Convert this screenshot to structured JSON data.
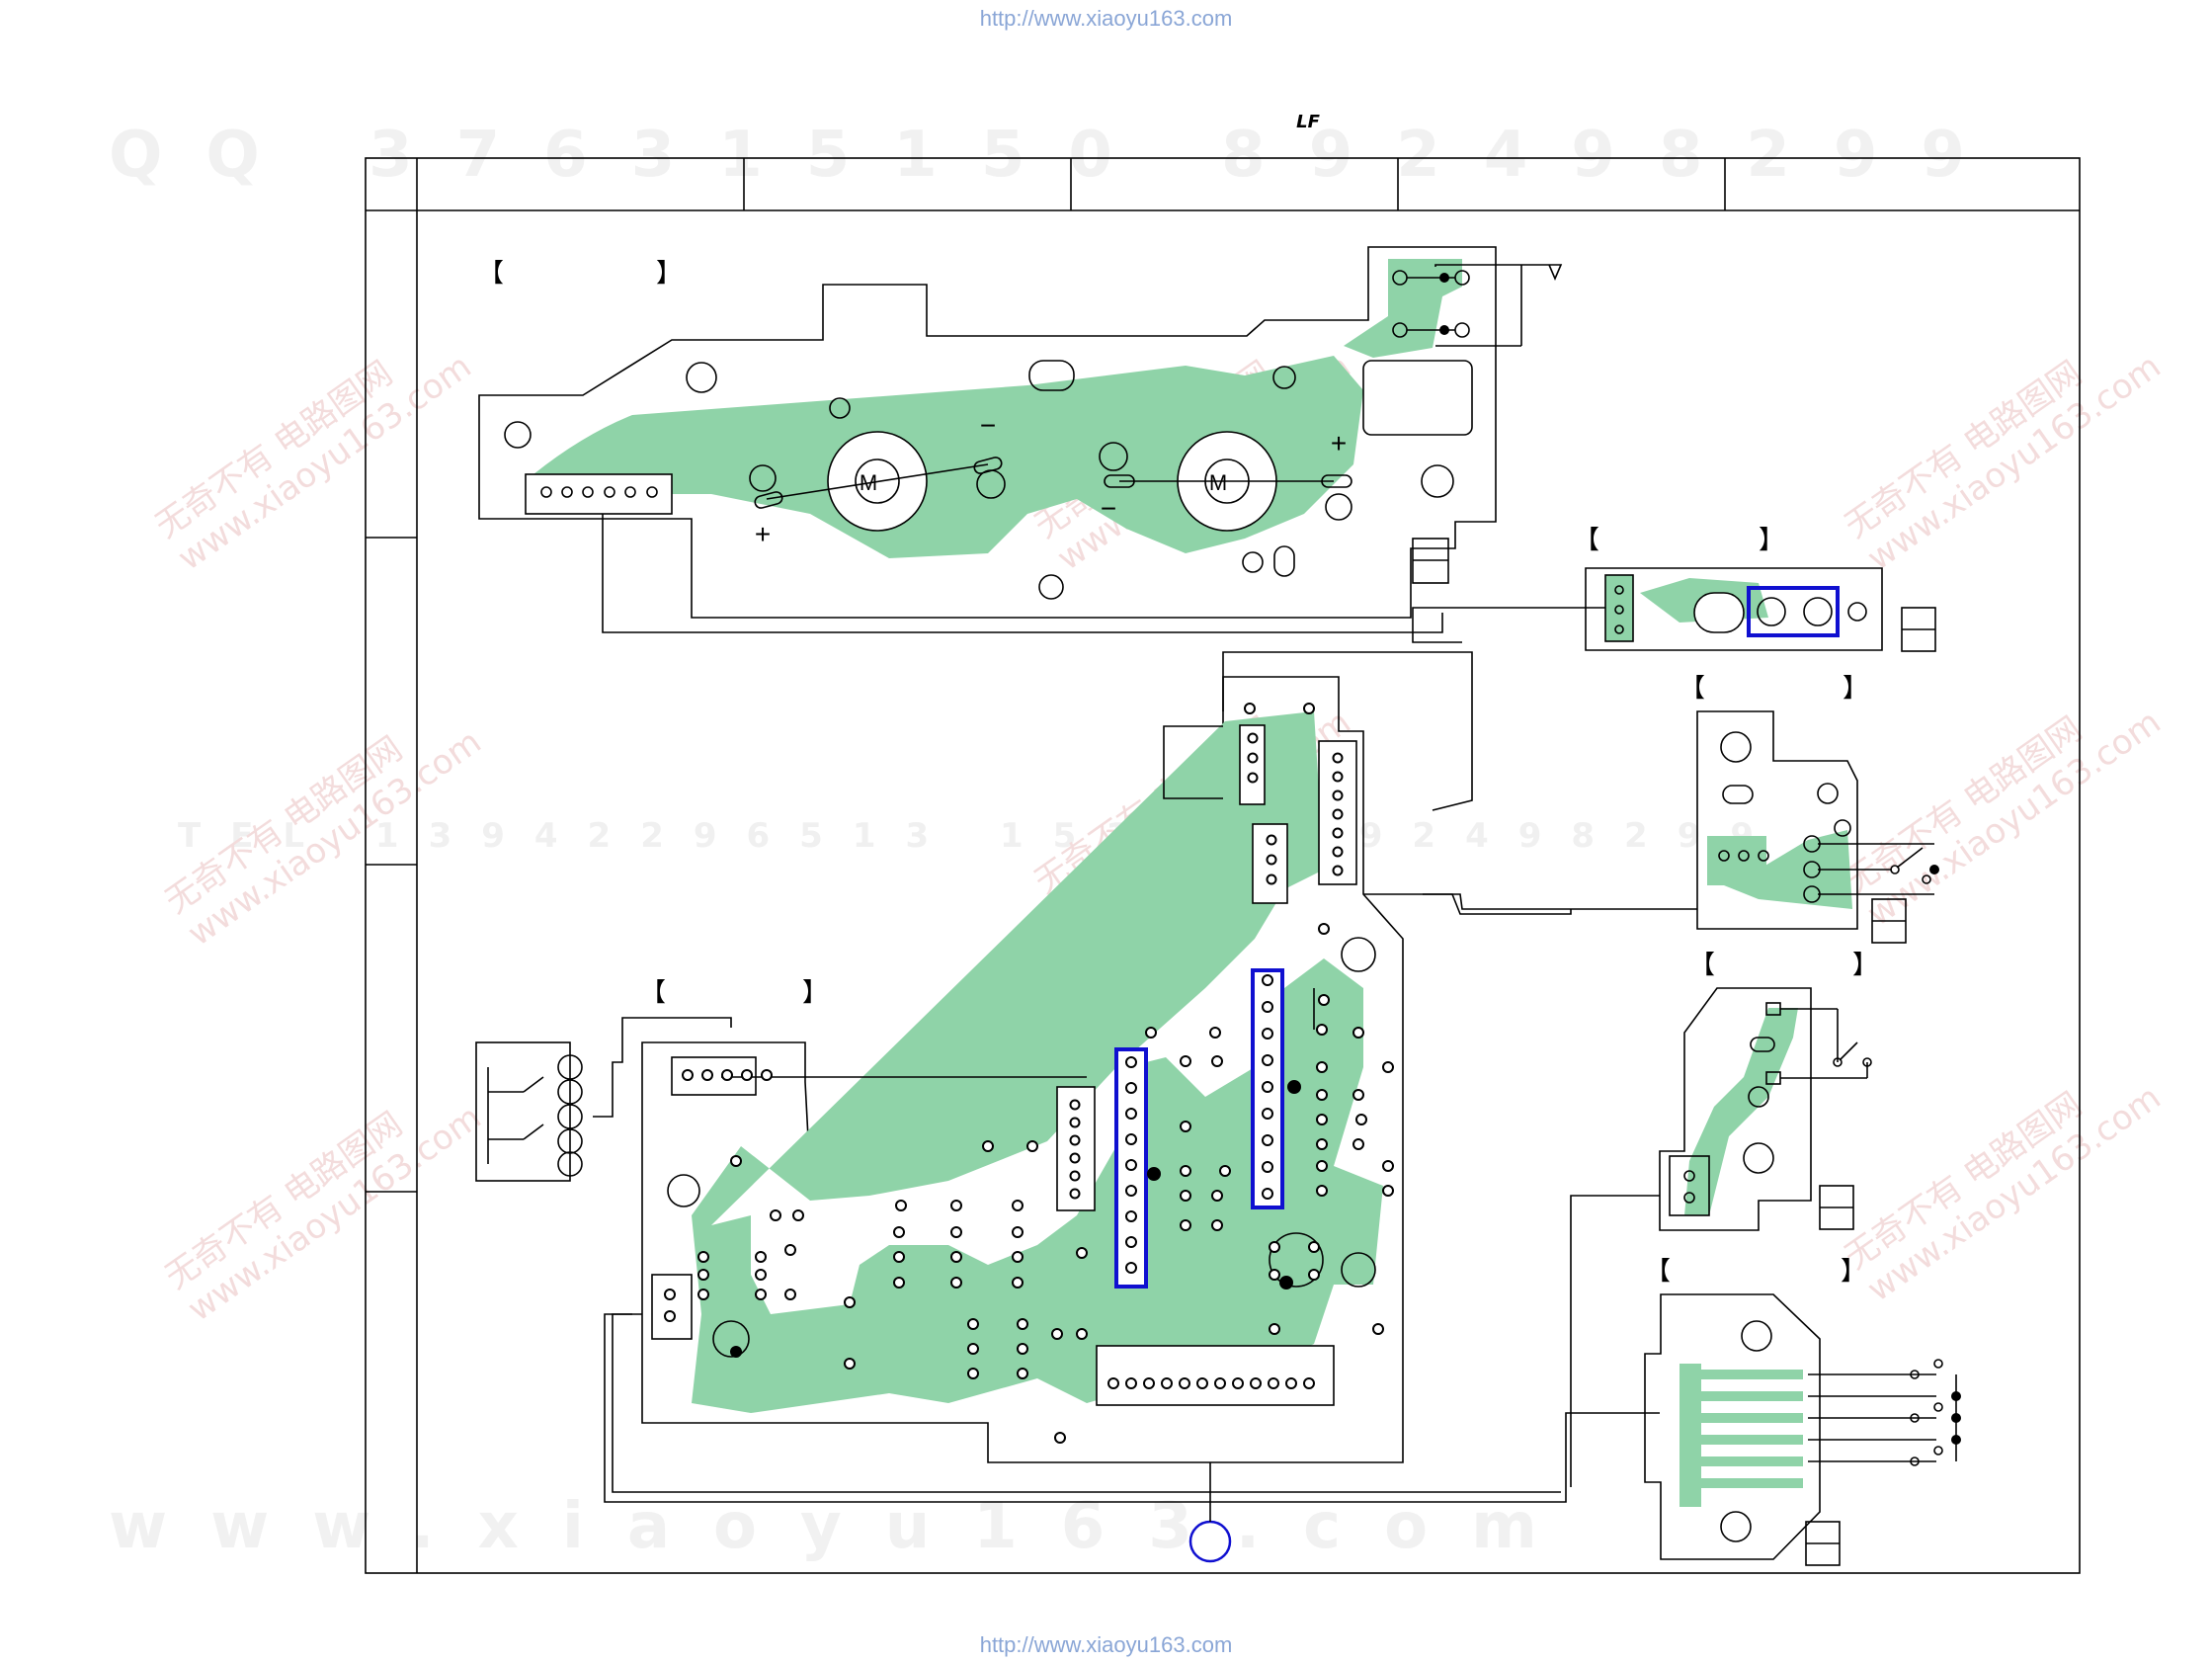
{
  "header": {
    "top_url": "http://www.xiaoyu163.com",
    "bottom_url": "http://www.xiaoyu163.com"
  },
  "watermarks": {
    "row_top": "QQ 376315150  892498299",
    "row_mid": "TEL 13942296513  15150  892498299",
    "row_bottom": "www.xiaoyu163.com",
    "diagonal_cn": "无奇不有 电路图网",
    "diagonal_url": "www.xiaoyu163.com"
  },
  "logo": {
    "text": "LF"
  },
  "diagram": {
    "motor_left_label": "M",
    "motor_right_label": "M",
    "polarity_plus": "+",
    "polarity_minus": "−"
  },
  "colors": {
    "copper": "#8fd3a8",
    "outline": "#000000",
    "highlight": "#1010d0",
    "watermark_pink": "#f3dcdc"
  }
}
